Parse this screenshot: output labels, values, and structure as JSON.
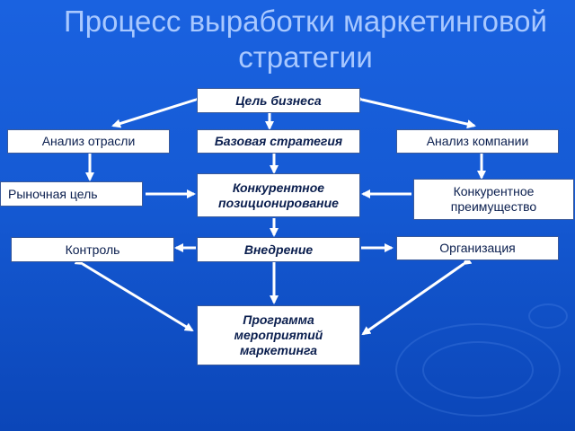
{
  "title": "Процесс выработки маркетинговой стратегии",
  "colors": {
    "background": "#155ad4",
    "box": "#ffffff",
    "arrow": "#ffffff",
    "title": "#a8c8ff",
    "text": "#0a1e4e"
  },
  "boxes": {
    "goal": "Цель бизнеса",
    "industry": "Анализ отрасли",
    "base_strategy": "Базовая стратегия",
    "company": "Анализ компании",
    "market_goal": "Рыночная цель",
    "positioning": "Конкурентное позиционирование",
    "advantage": "Конкурентное преимущество",
    "control": "Контроль",
    "implementation": "Внедрение",
    "organization": "Организация",
    "program": "Программа мероприятий маркетинга"
  }
}
